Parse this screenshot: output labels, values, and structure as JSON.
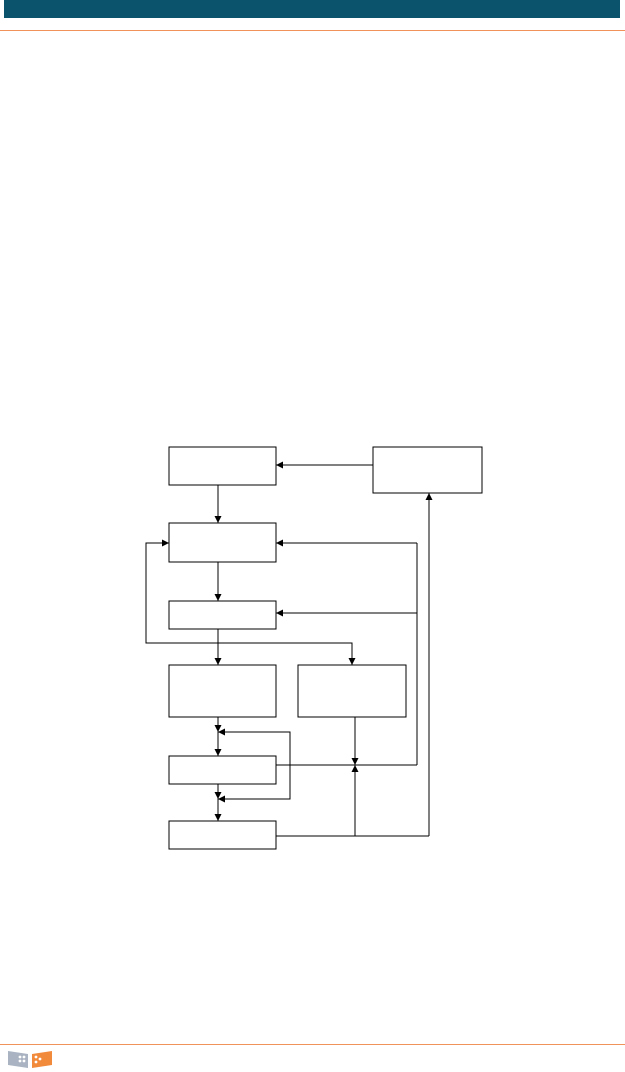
{
  "colors": {
    "header_bar": "#0b526c",
    "rules": "#f0935a",
    "line": "#000000",
    "logo_gray": "#a9b3c1",
    "logo_orange": "#f28a3c"
  },
  "diagram": {
    "boxes": [
      {
        "id": "box-top-left",
        "label": ""
      },
      {
        "id": "box-top-right",
        "label": ""
      },
      {
        "id": "box-second",
        "label": ""
      },
      {
        "id": "box-third",
        "label": ""
      },
      {
        "id": "box-mid-left",
        "label": ""
      },
      {
        "id": "box-mid-right",
        "label": ""
      },
      {
        "id": "box-fifth",
        "label": ""
      },
      {
        "id": "box-bottom",
        "label": ""
      }
    ]
  },
  "footer": {
    "logo_icon": "company-logo-icon"
  }
}
